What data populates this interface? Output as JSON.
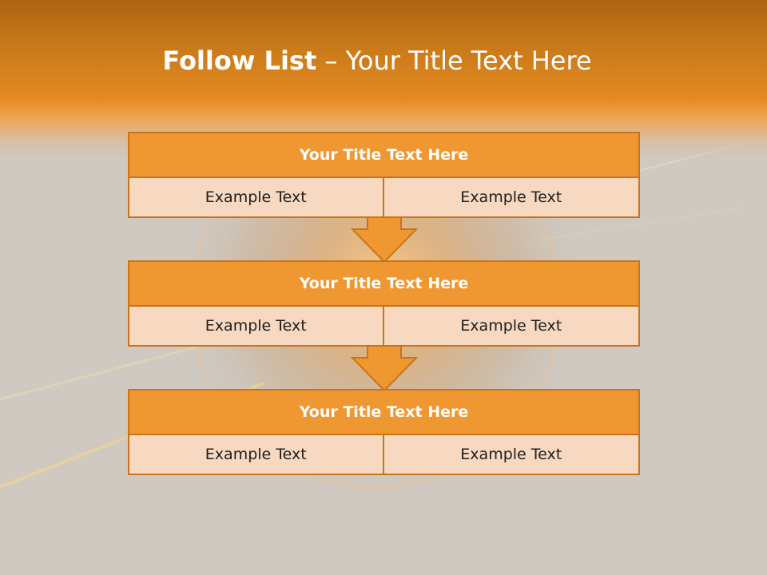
{
  "slide": {
    "title_bold": "Follow List",
    "title_rest": " – Your Title Text Here"
  },
  "blocks": [
    {
      "title": "Your Title Text Here",
      "left": "Example Text",
      "right": "Example Text"
    },
    {
      "title": "Your Title Text Here",
      "left": "Example Text",
      "right": "Example Text"
    },
    {
      "title": "Your Title Text Here",
      "left": "Example Text",
      "right": "Example Text"
    }
  ],
  "colors": {
    "header_orange": "#e48a22",
    "title_fill": "#ef9731",
    "cell_fill": "#f7d8c0",
    "border": "#c8741c",
    "background": "#cfc9c1"
  },
  "icons": [
    "down-arrow-icon",
    "down-arrow-icon"
  ]
}
